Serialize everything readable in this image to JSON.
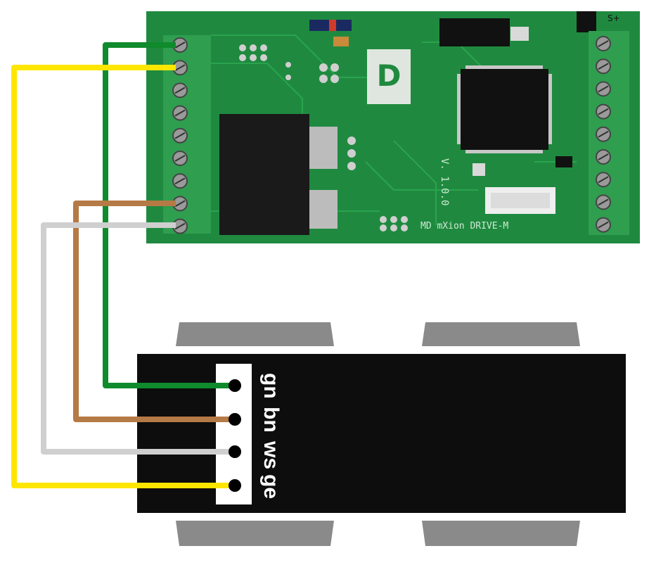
{
  "board": {
    "version_text": "V. 1.0.0",
    "model_text": "MD mXion DRIVE-M",
    "corner_marker": "S+",
    "left_terminal_count": 9,
    "right_terminal_count": 9,
    "colors": {
      "pcb": "#1f8a3f",
      "terminal_block": "#2f9e4f"
    }
  },
  "motor": {
    "colors": {
      "body": "#0d0d0d",
      "tabs": "#8a8a8a",
      "label_panel": "#ffffff"
    }
  },
  "wires": [
    {
      "id": "gn",
      "label": "gn",
      "color": "#0f8a2c",
      "board_pin": 1
    },
    {
      "id": "ge",
      "label": "ge",
      "color": "#ffe600",
      "board_pin": 2
    },
    {
      "id": "bn",
      "label": "bn",
      "color": "#b57a45",
      "board_pin": 8
    },
    {
      "id": "ws",
      "label": "ws",
      "color": "#cfcfcf",
      "board_pin": 9
    }
  ],
  "connection_labels": [
    "gn",
    "bn",
    "ws",
    "ge"
  ]
}
